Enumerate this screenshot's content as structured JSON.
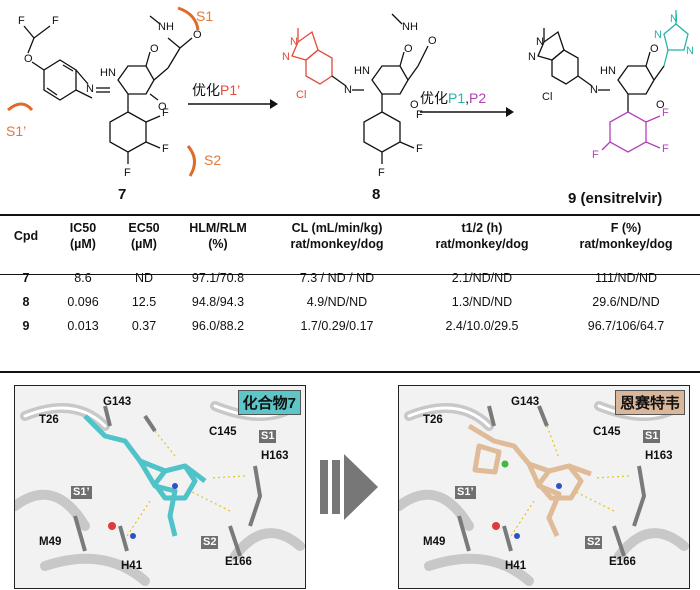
{
  "scheme": {
    "compounds": [
      {
        "id": "7"
      },
      {
        "id": "8"
      },
      {
        "id": "9 (ensitrelvir)"
      }
    ],
    "arrow1": {
      "prefix": "优化",
      "highlight": "P1’",
      "highlight_color": "#e24a3b"
    },
    "arrow2": {
      "prefix": "优化",
      "p1": "P1",
      "sep": ",",
      "p2": "P2",
      "p1_color": "#25b3aa",
      "p2_color": "#b142b9"
    },
    "site_labels": {
      "s1": "S1",
      "s1prime": "S1’",
      "s2": "S2"
    },
    "atom_labels": {
      "F": "F",
      "O": "O",
      "N": "N",
      "NH": "NH",
      "HN": "HN",
      "Cl": "Cl",
      "dash": "—"
    }
  },
  "table": {
    "headers": [
      {
        "l1": "Cpd",
        "l2": ""
      },
      {
        "l1": "IC50",
        "l2": "(µM)"
      },
      {
        "l1": "EC50",
        "l2": "(µM)"
      },
      {
        "l1": "HLM/RLM",
        "l2": "(%)"
      },
      {
        "l1": "CL (mL/min/kg)",
        "l2": "rat/monkey/dog"
      },
      {
        "l1": "t1/2 (h)",
        "l2": "rat/monkey/dog"
      },
      {
        "l1": "F (%)",
        "l2": "rat/monkey/dog"
      }
    ],
    "rows": [
      {
        "cpd": "7",
        "ic50": "8.6",
        "ec50": "ND",
        "hlm": "97.1/70.8",
        "cl": "7.3 / ND / ND",
        "t12": "2.1/ND/ND",
        "f": "111/ND/ND"
      },
      {
        "cpd": "8",
        "ic50": "0.096",
        "ec50": "12.5",
        "hlm": "94.8/94.3",
        "cl": "4.9/ND/ND",
        "t12": "1.3/ND/ND",
        "f": "29.6/ND/ND"
      },
      {
        "cpd": "9",
        "ic50": "0.013",
        "ec50": "0.37",
        "hlm": "96.0/88.2",
        "cl": "1.7/0.29/0.17",
        "t12": "2.4/10.0/29.5",
        "f": "96.7/106/64.7"
      }
    ]
  },
  "panels": {
    "left": {
      "title": "化合物7",
      "title_bg": "#5cc6c9"
    },
    "right": {
      "title": "恩赛特韦",
      "title_bg": "#d9b79a"
    },
    "residues": {
      "T26": "T26",
      "G143": "G143",
      "C145": "C145",
      "H163": "H163",
      "M49": "M49",
      "H41": "H41",
      "E166": "E166"
    },
    "sites": {
      "S1": "S1",
      "S1p": "S1’",
      "S2": "S2"
    }
  }
}
